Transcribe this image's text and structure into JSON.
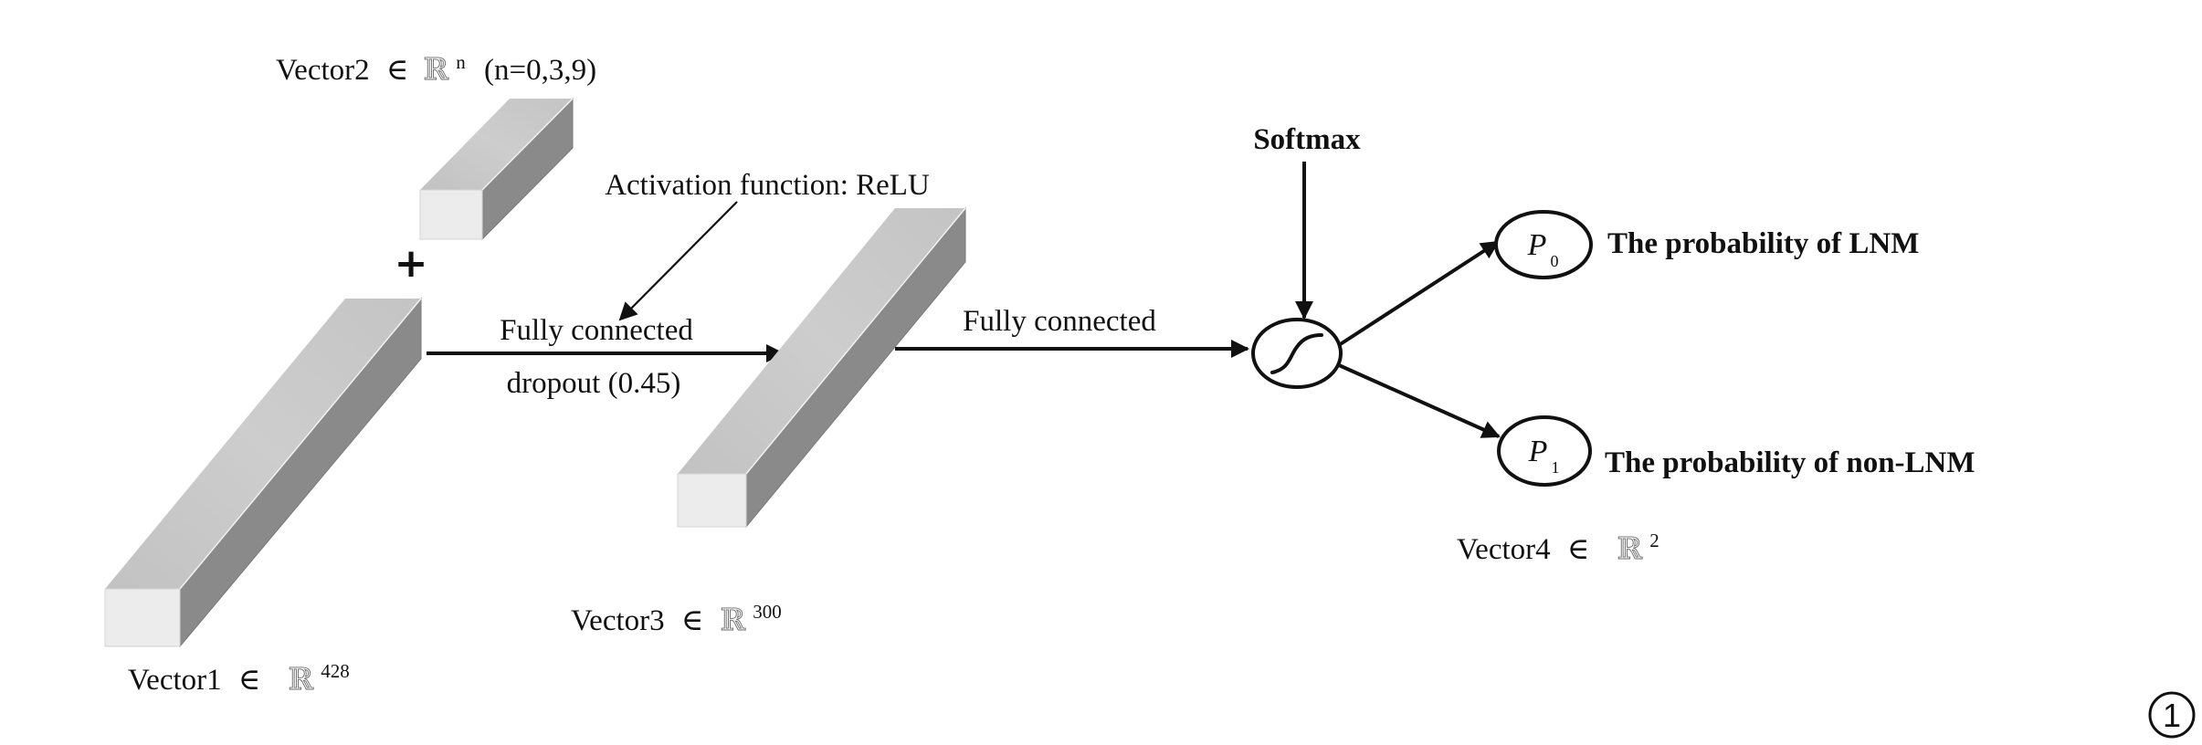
{
  "diagram": {
    "vector1": {
      "name": "Vector1",
      "member_symbol": "∈",
      "space_symbol": "ℝ",
      "exponent": "428"
    },
    "vector2": {
      "name": "Vector2",
      "member_symbol": "∈",
      "space_symbol": "ℝ",
      "exponent": "n",
      "note": "(n=0,3,9)"
    },
    "vector3": {
      "name": "Vector3",
      "member_symbol": "∈",
      "space_symbol": "ℝ",
      "exponent": "300"
    },
    "vector4": {
      "name": "Vector4",
      "member_symbol": "∈",
      "space_symbol": "ℝ",
      "exponent": "2"
    },
    "concat_symbol": "+",
    "layer1": {
      "line1": "Fully connected",
      "line2": "dropout (0.45)"
    },
    "activation_note": "Activation function: ReLU",
    "layer2": {
      "label": "Fully connected"
    },
    "softmax_label": "Softmax",
    "outputs": [
      {
        "symbol": "P",
        "subscript": "0",
        "label": "The probability of LNM"
      },
      {
        "symbol": "P",
        "subscript": "1",
        "label": "The probability of non-LNM"
      }
    ],
    "panel_marker": "1"
  },
  "colors": {
    "bar_front": "#ececec",
    "bar_top": "#c8c8c8",
    "bar_side": "#8a8a8a",
    "ink": "#111111"
  }
}
